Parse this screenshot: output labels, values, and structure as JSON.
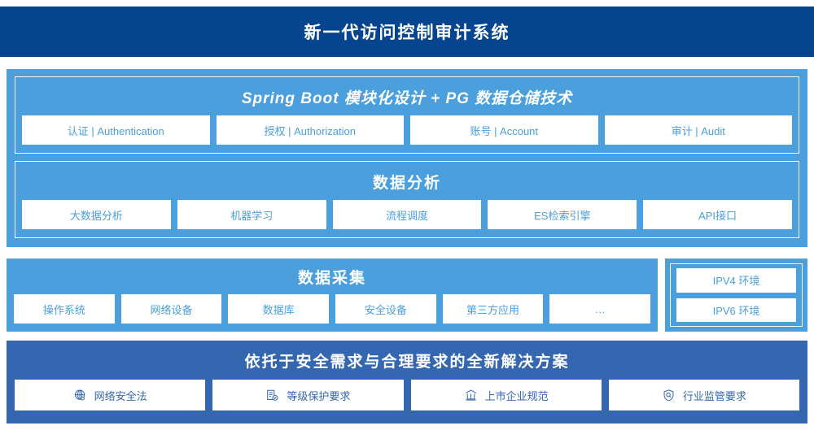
{
  "header": {
    "title": "新一代访问控制审计系统"
  },
  "platform": {
    "groups": [
      {
        "title": "Spring Boot 模块化设计 + PG 数据仓储技术",
        "italic": true,
        "items": [
          {
            "label": "认证 | Authentication"
          },
          {
            "label": "授权 | Authorization"
          },
          {
            "label": "账号 | Account"
          },
          {
            "label": "审计 | Audit"
          }
        ]
      },
      {
        "title": "数据分析",
        "italic": false,
        "items": [
          {
            "label": "大数据分析"
          },
          {
            "label": "机器学习"
          },
          {
            "label": "流程调度"
          },
          {
            "label": "ES检索引擎"
          },
          {
            "label": "API接口"
          }
        ]
      }
    ]
  },
  "collection": {
    "title": "数据采集",
    "items": [
      {
        "label": "操作系统"
      },
      {
        "label": "网络设备"
      },
      {
        "label": "数据库"
      },
      {
        "label": "安全设备"
      },
      {
        "label": "第三方应用"
      },
      {
        "label": "…"
      }
    ]
  },
  "environment": {
    "items": [
      {
        "label": "IPV4 环境"
      },
      {
        "label": "IPV6 环境"
      }
    ]
  },
  "compliance": {
    "title": "依托于安全需求与合理要求的全新解决方案",
    "items": [
      {
        "label": "网络安全法",
        "icon": "globe-icon"
      },
      {
        "label": "等级保护要求",
        "icon": "document-check-icon"
      },
      {
        "label": "上市企业规范",
        "icon": "bank-icon"
      },
      {
        "label": "行业监管要求",
        "icon": "shield-search-icon"
      }
    ]
  },
  "colors": {
    "header_navy": "#05448f",
    "platform_blue": "#4a9fdc",
    "compliance_blue": "#3567b1",
    "chip_white": "#ffffff"
  }
}
